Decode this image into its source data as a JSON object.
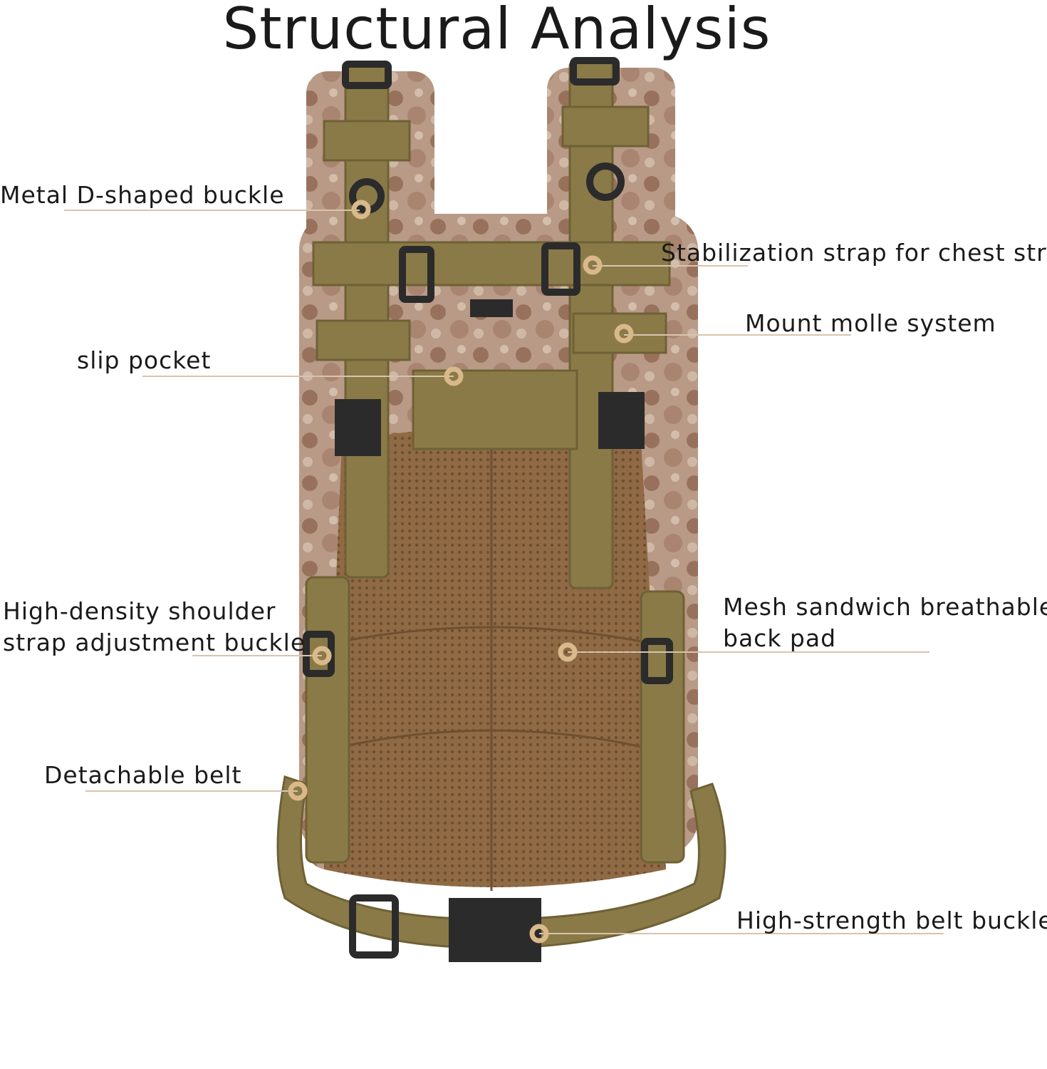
{
  "title": "Structural Analysis",
  "labels": {
    "d_buckle": "Metal D-shaped buckle",
    "stabilization": "Stabilization strap for chest strap",
    "molle": "Mount molle system",
    "slip_pocket": "slip pocket",
    "shoulder_line1": "High-density shoulder",
    "shoulder_line2": "strap adjustment buckle",
    "mesh_line1": "Mesh sandwich breathable",
    "mesh_line2": "back pad",
    "detachable_belt": "Detachable belt",
    "belt_buckle": "High-strength belt buckle"
  },
  "colors": {
    "webbing": "#8a7a48",
    "webbing_dark": "#6e6135",
    "camo_base": "#b89a86",
    "camo_dark": "#8a5f4a",
    "mesh": "#8f6a45",
    "buckle": "#2b2b2b",
    "leader_line": "#d9c4ae",
    "marker": "#d9b98a"
  }
}
